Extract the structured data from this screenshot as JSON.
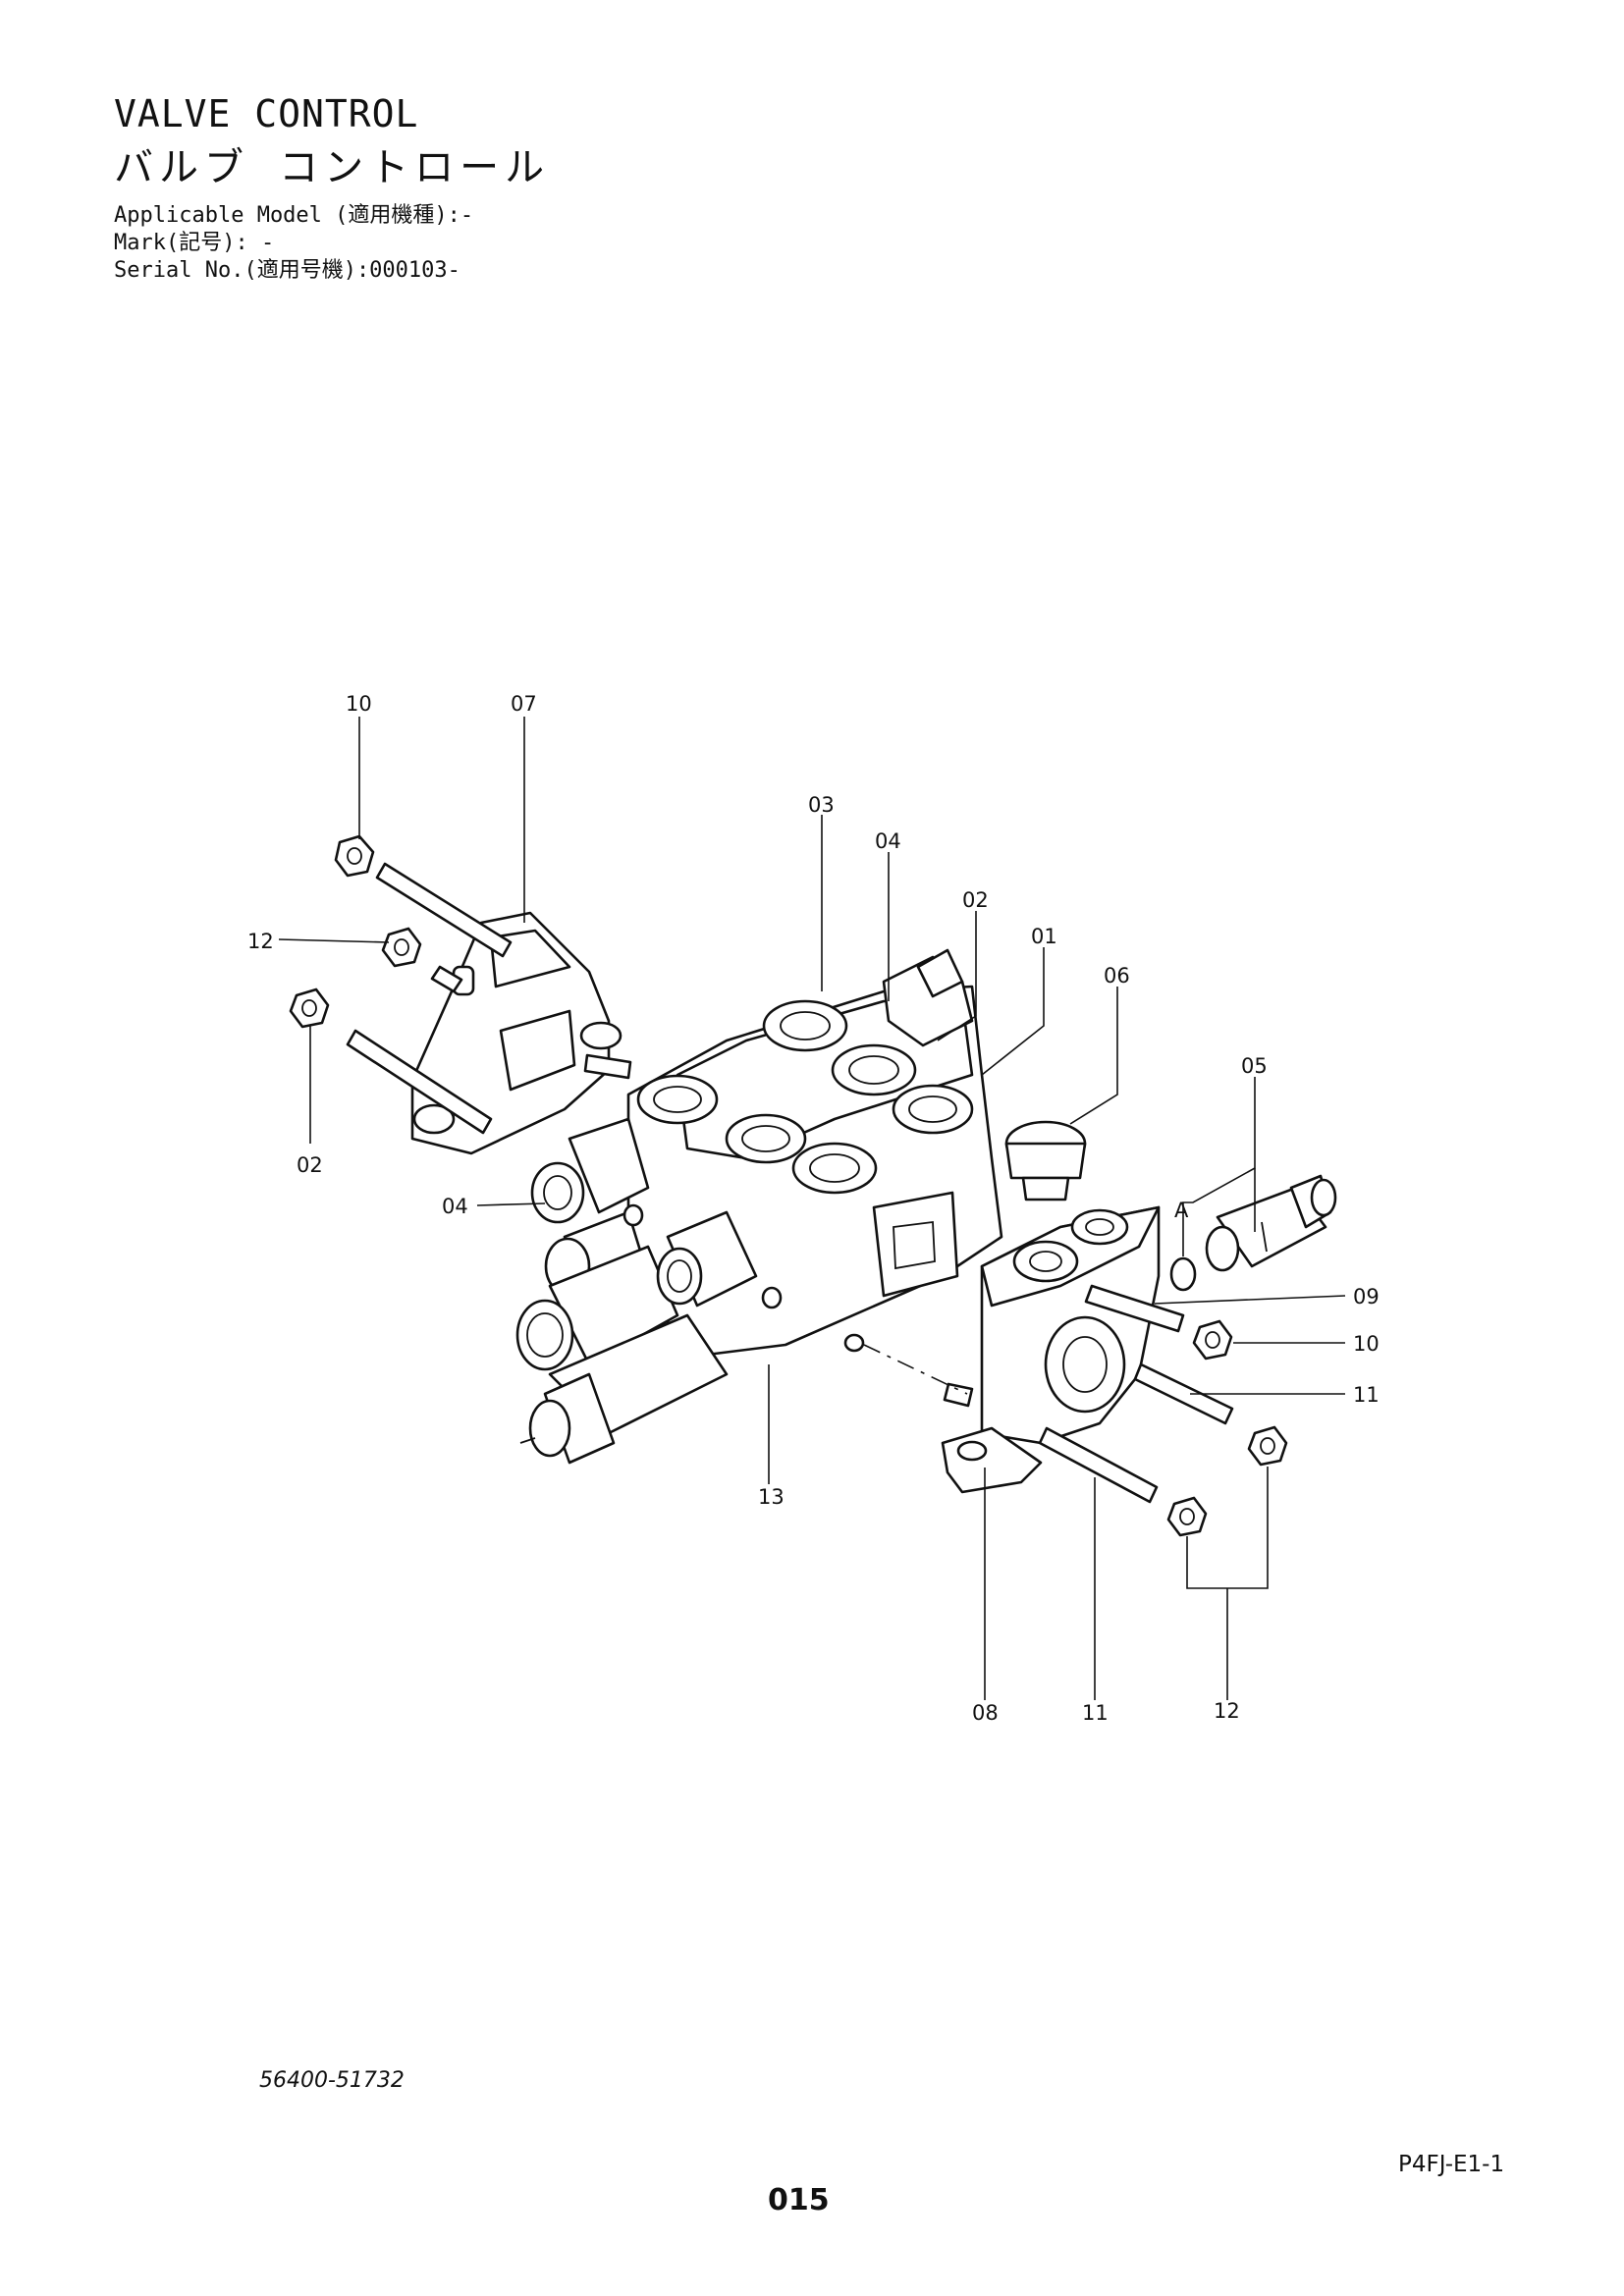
{
  "header": {
    "title_en": "VALVE CONTROL",
    "title_jp": "バルブ コントロール",
    "applicable_model": "Applicable Model (適用機種):-",
    "mark": "Mark(記号): -",
    "serial": "Serial No.(適用号機):000103-"
  },
  "callouts": {
    "c10_top": "10",
    "c07": "07",
    "c03": "03",
    "c04_top": "04",
    "c02_top": "02",
    "c01": "01",
    "c06": "06",
    "c05": "05",
    "c12_left": "12",
    "c02_left": "02",
    "c04_left": "04",
    "cA": "A",
    "c09": "09",
    "c10_right": "10",
    "c11_right": "11",
    "c13": "13",
    "c08": "08",
    "c11_bottom": "11",
    "c12_bottom": "12"
  },
  "footer": {
    "drawing_number": "56400-51732",
    "page_code": "P4FJ-E1-1",
    "page_number": "015"
  }
}
